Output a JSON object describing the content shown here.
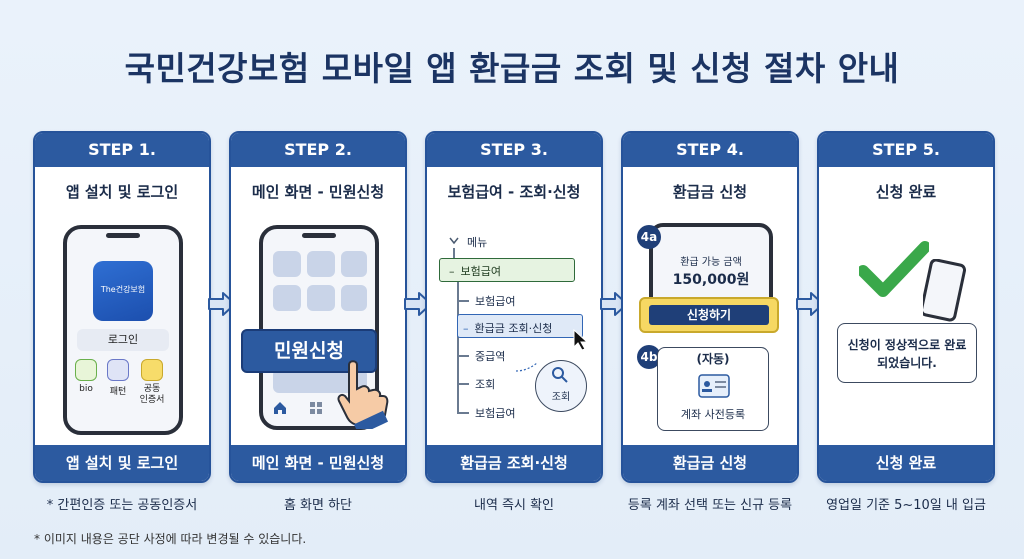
{
  "title": "국민건강보험 모바일 앱 환급금 조회 및 신청 절차 안내",
  "steps": [
    {
      "head": "STEP 1.",
      "subtitle": "앱 설치 및 로그인",
      "footer": "앱 설치 및 로그인",
      "caption": "* 간편인증 또는 공동인증서",
      "app_name": "The건강보험",
      "login_label": "로그인",
      "auth_options": [
        "bio",
        "패턴",
        "공동\n인증서"
      ]
    },
    {
      "head": "STEP 2.",
      "subtitle": "메인 화면 - 민원신청",
      "footer": "메인 화면 - 민원신청",
      "caption": "홈 화면 하단",
      "button_label": "민원신청"
    },
    {
      "head": "STEP 3.",
      "subtitle": "보험급여 - 조회·신청",
      "footer": "환급금 조회·신청",
      "caption": "내역 즉시 확인",
      "menu": {
        "root": "메뉴",
        "group": "보험급여",
        "items": [
          "보험급여",
          "환급금 조회·신청",
          "중급역",
          "조회",
          "보험급여"
        ],
        "search_label": "조회"
      }
    },
    {
      "head": "STEP 4.",
      "subtitle": "환급금 신청",
      "footer": "환급금 신청",
      "caption": "등록 계좌 선택 또는 신규 등록",
      "badge_a": "4a",
      "badge_b": "4b",
      "amount_label": "환급 가능 금액",
      "amount_value": "150,000원",
      "apply_label": "신청하기",
      "auto_label": "(자동)",
      "account_label": "계좌 사전등록"
    },
    {
      "head": "STEP 5.",
      "subtitle": "신청 완료",
      "footer": "신청 완료",
      "caption": "영업일 기준 5~10일 내 입금",
      "message": "신청이 정상적으로 완료되었습니다."
    }
  ],
  "footnote": "* 이미지 내용은 공단 사정에 따라 변경될 수 있습니다.",
  "colors": {
    "header_blue": "#2c5aa0",
    "title_navy": "#1b3463",
    "check_green": "#3aa84a",
    "button_yellow": "#f6d863"
  }
}
